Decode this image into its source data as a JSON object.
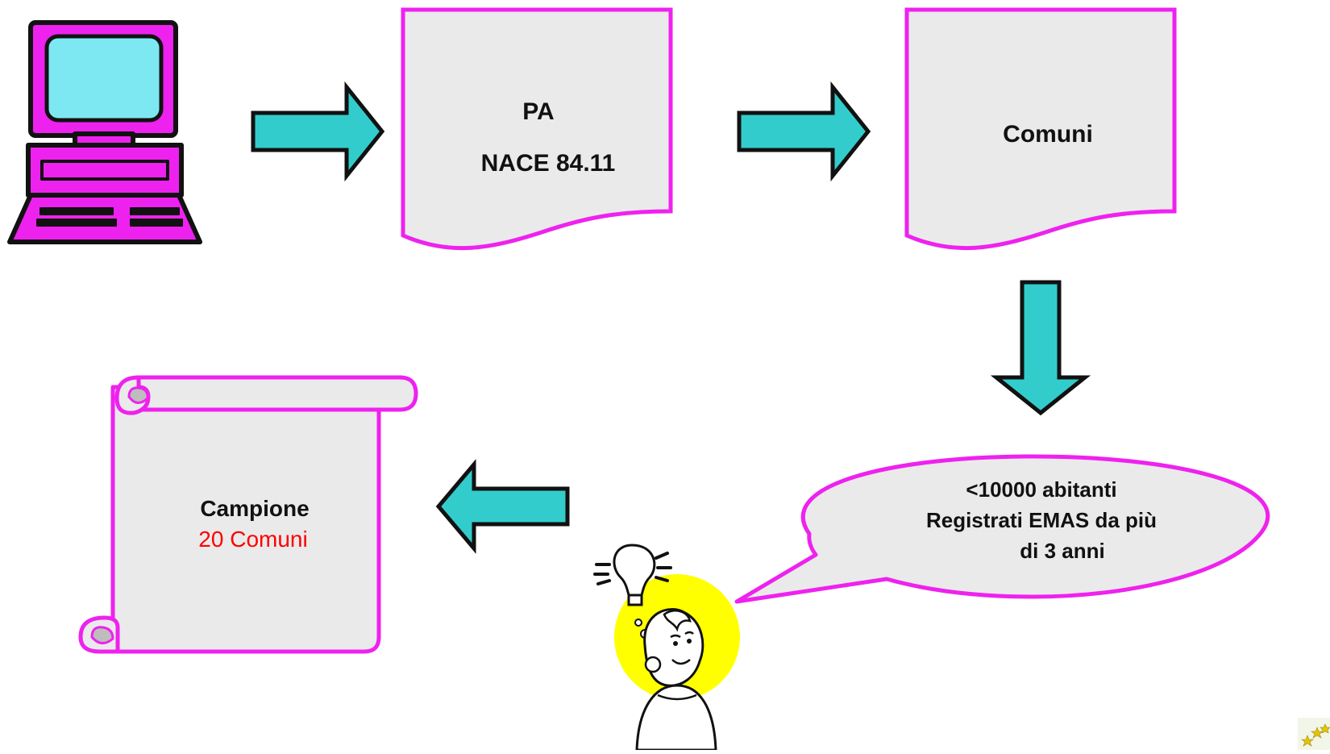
{
  "colors": {
    "outline": "#ee22ee",
    "paper": "#eaeaea",
    "arrow": "#33cccc",
    "accent_text": "#ff0000",
    "bulb_bg": "#ffff00"
  },
  "doc_pa": {
    "line1": "PA",
    "line2": "NACE 84.11"
  },
  "doc_comuni": {
    "label": "Comuni"
  },
  "bubble": {
    "line1": "<10000 abitanti",
    "line2": "Registrati EMAS da più",
    "line3": "di 3 anni"
  },
  "scroll": {
    "line1": "Campione",
    "line2": "20 Comuni"
  },
  "icons": {
    "computer": "computer-icon",
    "thinker": "lightbulb-idea-person-icon",
    "logo": "eu-stars-logo-icon"
  }
}
